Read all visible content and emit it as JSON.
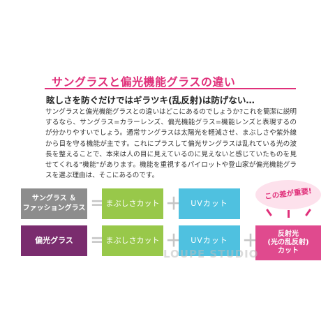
{
  "heading": {
    "title": "サングラスと偏光機能グラスの違い",
    "subtitle": "眩しさを防ぐだけではギラツキ(乱反射)は防げない…"
  },
  "body": "サングラスと偏光機能グラスとの違いはどこにあるのでしょうか?これを簡潔に説明するなら、サングラス=カラーレンズ、偏光機能グラス=機能レンズと表現するのが分かりやすいでしょう。通常サングラスは太陽光を軽減させ、まぶしさや紫外線から目を守る機能が主です。これにプラスして偏光サングラスは乱れている光の波長を整えることで、本来は人の目に見えているのに見えないと感じていたものを見せてくれる\"機能\"があります。機能を重視するパイロットや登山家が偏光機能グラスを選ぶ理由は、そこにあるのです。",
  "comparison": {
    "row1": {
      "label": "サングラス ＆\nファッショングラス",
      "equals": "＝",
      "feature1": "まぶしさカット",
      "plus": "＋",
      "feature2": "UVカット"
    },
    "row2": {
      "label": "偏光グラス",
      "equals": "＝",
      "feature1": "まぶしさカット",
      "plus1": "＋",
      "feature2": "UVカット",
      "plus2": "＋",
      "feature3_line1": "反射光",
      "feature3_line2": "(光の乱反射)",
      "feature3_line3": "カット"
    },
    "badge": "この差が重要!"
  },
  "watermark": "LOUPE STUDIO",
  "colors": {
    "accent_pink": "#e0307a",
    "gray_box": "#8d8d8d",
    "purple_box": "#7a2c6e",
    "green_box": "#98c84a",
    "blue_box": "#4fc1e0",
    "pink_box": "#e04a8e"
  }
}
